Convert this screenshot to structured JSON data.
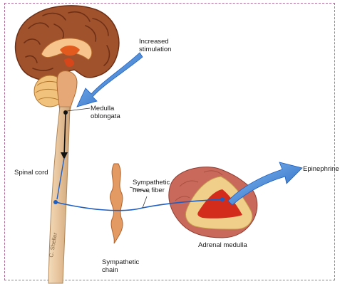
{
  "labels": {
    "increased_stimulation": "Increased\nstimulation",
    "medulla_oblongata": "Medulla\noblongata",
    "spinal_cord": "Spinal cord",
    "sympathetic_nerve_fiber": "Sympathetic\nnerve fiber",
    "epinephrine": "Epinephrine",
    "adrenal_medulla": "Adrenal medulla",
    "sympathetic_chain": "Sympathetic\nchain"
  },
  "colors": {
    "frame": "#b06a9a",
    "brain": "#a0522d",
    "brain_dark": "#7a3318",
    "brainstem": "#e7a877",
    "spinal_cord": "#e9c9a1",
    "adrenal_outer": "#c9695b",
    "adrenal_cortex": "#f0cf8a",
    "adrenal_medulla": "#d42c1c",
    "chain": "#e39a63",
    "nerve": "#1f5fc1",
    "arrow": "#2b78d4"
  }
}
